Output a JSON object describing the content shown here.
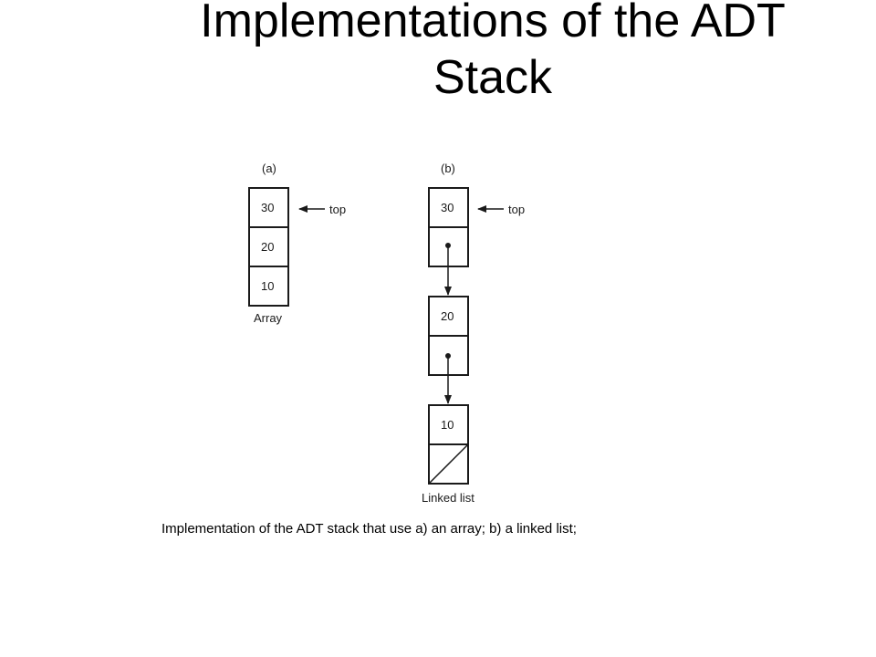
{
  "slide": {
    "title": "Implementations of the ADT Stack",
    "caption": "Implementation of the ADT stack that use a) an array; b) a linked list;"
  },
  "diagram": {
    "array": {
      "panel_label": "(a)",
      "cells": [
        "30",
        "20",
        "10"
      ],
      "top_label": "top",
      "name": "Array"
    },
    "linked_list": {
      "panel_label": "(b)",
      "nodes": [
        "30",
        "20",
        "10"
      ],
      "top_label": "top",
      "name": "Linked list"
    }
  }
}
